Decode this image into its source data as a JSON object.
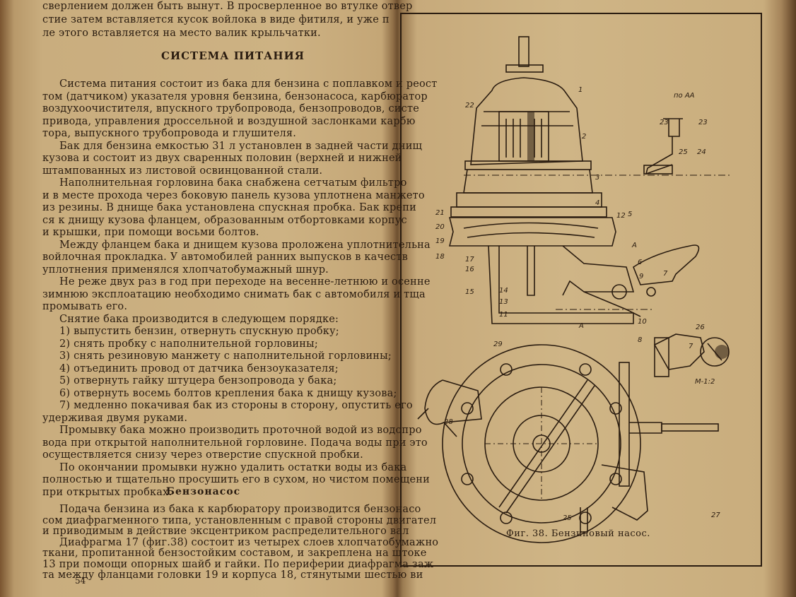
{
  "left_page": {
    "top_lines": [
      "сверлением должен быть вынут. В просверленное во втулке отвер",
      "стие затем вставляется кусок войлока в виде фитиля, и уже п",
      "ле этого вставляется на место валик крыльчатки."
    ],
    "section_title": "СИСТЕМА ПИТАНИЯ",
    "body_lines": [
      "Система питания состоит из бака для бензина с поплавком и реост",
      "том (датчиком) указателя уровня бензина, бензонасоса, карбюратор",
      "воздухоочистителя, впускного трубопровода, бензопроводов, систе",
      "привода, управления дроссельной и воздушной заслонками карбю",
      "тора, выпускного трубопровода и глушителя.",
      "Бак для бензина емкостью 31 л установлен в задней части днищ",
      "кузова и состоит из двух сваренных половин (верхней и нижней",
      "штампованных из листовой освинцованной стали.",
      "Наполнительная горловина бака снабжена сетчатым фильтро",
      "и в месте прохода через боковую панель кузова уплотнена манжето",
      "из резины. В днище бака установлена спускная пробка. Бак крепи",
      "ся к днищу кузова фланцем, образованным отбортовками корпус",
      "и крышки, при помощи восьми болтов.",
      "Между фланцем бака и днищем кузова проложена уплотнительна",
      "войлочная прокладка. У автомобилей ранних выпусков в качеств",
      "уплотнения применялся хлопчатобумажный шнур.",
      "Не реже двух раз в год при переходе на весенне-летнюю и осенне",
      "зимнюю эксплоатацию необходимо снимать бак с автомобиля и тща",
      "промывать его.",
      "Снятие бака производится в следующем порядке:",
      "1) выпустить бензин, отвернуть спускную пробку;",
      "2) снять пробку с наполнительной горловины;",
      "3) снять резиновую манжету с наполнительной горловины;",
      "4) отъединить провод от датчика бензоуказателя;",
      "5) отвернуть гайку штуцера бензопровода у бака;",
      "6) отвернуть восемь болтов крепления бака к днищу кузова;",
      "7) медленно покачивая бак из стороны в сторону, опустить его",
      "удерживая двумя руками.",
      "Промывку бака можно производить проточной водой из водопро",
      "вода при открытой наполнительной горловине. Подача воды при это",
      "осуществляется снизу через отверстие спускной пробки.",
      "По окончании промывки нужно удалить остатки воды из бака",
      "полностью и тщательно просушить его в сухом, но чистом помещени",
      "при открытых пробках."
    ],
    "subsection_title": "Бензонасос",
    "bottom_lines": [
      "Подача бензина из бака к карбюратору производится бензонасо",
      "сом диафрагменного типа, установленным с правой стороны двигател",
      "и приводимым в действие эксцентриком распределительного вал",
      "Диафрагма 17 (фиг.38) состоит из четырех слоев хлопчатобумажно",
      "ткани, пропитанной бензостойким составом, и закреплена на штоке",
      "13 при помощи опорных шайб и гайки. По периферии диафрагма заж",
      "та между фланцами головки 19 и корпуса 18, стянутыми шестью ви"
    ],
    "page_number": "54"
  },
  "right_page": {
    "figure_caption": "Фиг. 38. Бензиновый насос.",
    "section_label": "по АА",
    "scale_label": "М-1:2",
    "callouts": [
      "1",
      "2",
      "3",
      "4",
      "5",
      "6",
      "7",
      "8",
      "9",
      "10",
      "11",
      "12",
      "13",
      "14",
      "15",
      "16",
      "17",
      "18",
      "19",
      "20",
      "21",
      "22",
      "23",
      "23",
      "24",
      "25",
      "25",
      "26",
      "27",
      "28",
      "29",
      "7",
      "А",
      "А"
    ]
  },
  "colors": {
    "paper": "#cdb283",
    "ink": "#2a1c10"
  }
}
